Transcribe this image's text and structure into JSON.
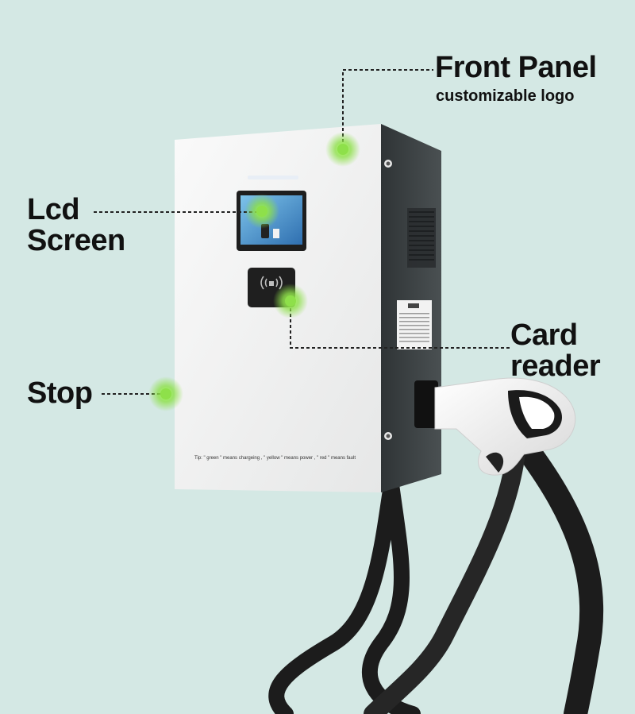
{
  "labels": {
    "front_panel_title": "Front Panel",
    "front_panel_sub": "customizable logo",
    "lcd_line1": "Lcd",
    "lcd_line2": "Screen",
    "card_line1": "Card",
    "card_line2": "reader",
    "stop": "Stop"
  },
  "device": {
    "tip_text": "Tip: \" green \" means chargeing , \" yellow \" means power , \" red \" means fault"
  },
  "colors": {
    "background": "#d4e8e4",
    "panel_front": "#f4f4f4",
    "panel_side": "#3e4345",
    "hotspot": "#8ee04a",
    "cable": "#1c1c1c"
  },
  "icons": {
    "card_reader": "nfc-icon",
    "hotspot": "green-dot-icon"
  }
}
